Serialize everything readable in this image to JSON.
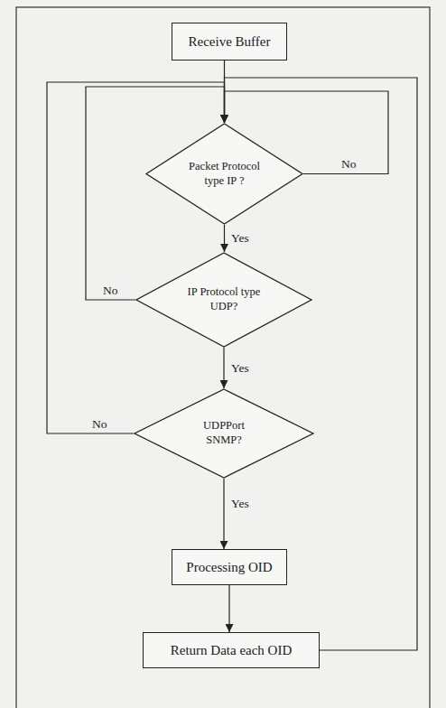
{
  "diagram": {
    "nodes": [
      {
        "text": [
          "Receive Buffer"
        ]
      },
      {
        "text": [
          "Packet Protocol type IP ?"
        ]
      },
      {
        "text": [
          "IP Protocol type UDP?"
        ]
      },
      {
        "text": [
          "UDPPort SNMP?"
        ]
      },
      {
        "text": [
          "Processing OID"
        ]
      },
      {
        "text": [
          "Return Data each OID"
        ]
      }
    ],
    "edges": [
      {
        "from": 0,
        "to": 1,
        "arrow": "to"
      },
      {
        "from": 1,
        "to": 2,
        "label": "Yes",
        "arrow": "to"
      },
      {
        "from": 1,
        "to": 1,
        "label": "No",
        "arrow": "to"
      },
      {
        "from": 2,
        "to": 3,
        "label": "Yes",
        "arrow": "to"
      },
      {
        "from": 2,
        "to": 1,
        "label": "No",
        "arrow": "to"
      },
      {
        "from": 3,
        "to": 4,
        "label": "Yes",
        "arrow": "to"
      },
      {
        "from": 3,
        "to": 1,
        "label": "No",
        "arrow": "to"
      },
      {
        "from": 4,
        "to": 5,
        "arrow": "to"
      },
      {
        "from": 5,
        "to": 1,
        "arrow": "to"
      }
    ]
  }
}
